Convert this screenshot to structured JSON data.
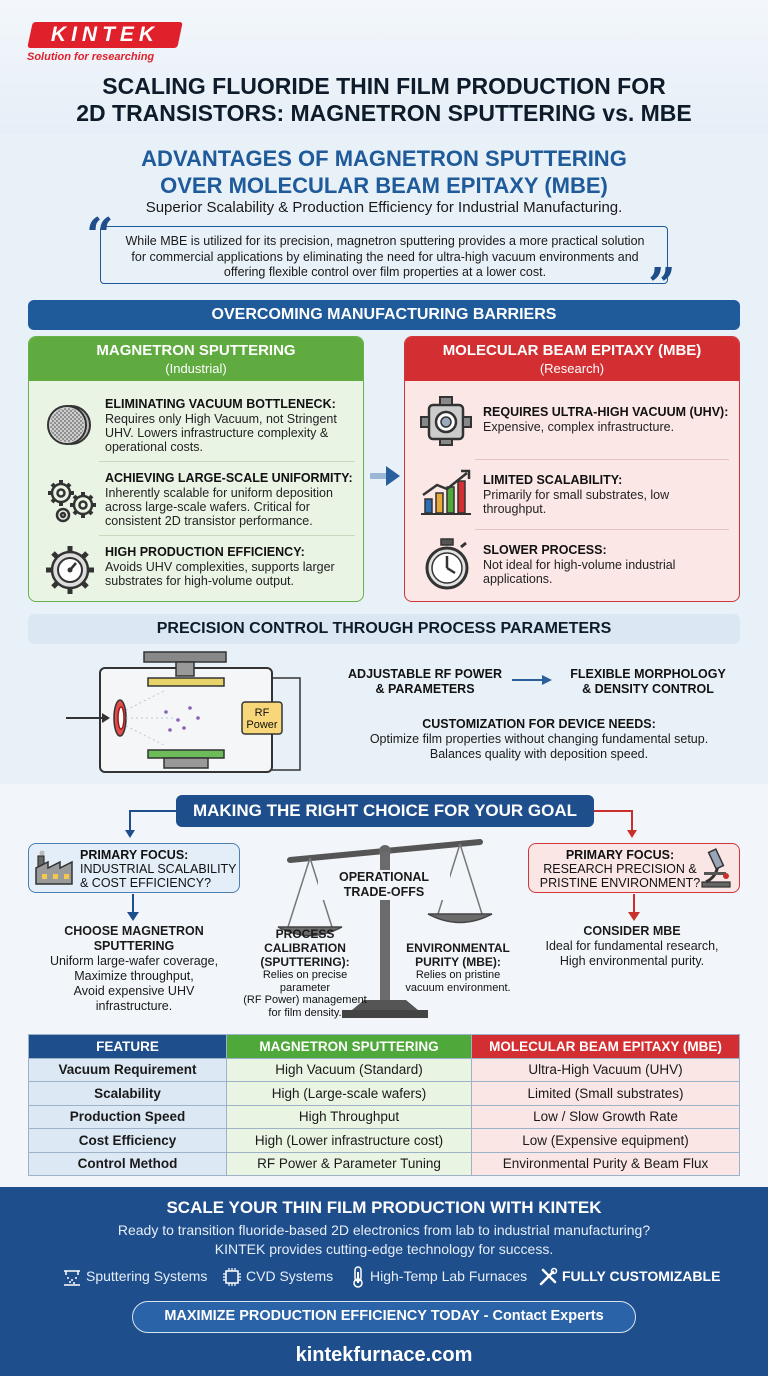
{
  "brand": {
    "logo": "KINTEK",
    "tagline": "Solution for researching",
    "brand_red": "#e0202a",
    "brand_blue": "#1f4e8c"
  },
  "header": {
    "title_line1": "SCALING FLUORIDE THIN FILM PRODUCTION FOR",
    "title_line2": "2D TRANSISTORS: MAGNETRON SPUTTERING vs. MBE"
  },
  "advantages": {
    "title_line1": "ADVANTAGES OF MAGNETRON SPUTTERING",
    "title_line2": "OVER MOLECULAR BEAM EPITAXY (MBE)",
    "subtitle": "Superior Scalability & Production Efficiency for Industrial Manufacturing.",
    "quote": "While MBE is utilized for its precision, magnetron sputtering provides a more practical solution for commercial applications by eliminating the need for ultra-high vacuum environments and offering flexible control over film properties at a lower cost."
  },
  "barriers": {
    "banner": "OVERCOMING MANUFACTURING BARRIERS",
    "sputtering": {
      "title": "MAGNETRON SPUTTERING",
      "subtitle": "(Industrial)",
      "items": [
        {
          "icon": "mesh-target-icon",
          "title": "ELIMINATING VACUUM BOTTLENECK:",
          "desc": "Requires only High Vacuum, not Stringent UHV. Lowers infrastructure complexity & operational costs."
        },
        {
          "icon": "gears-icon",
          "title": "ACHIEVING LARGE-SCALE UNIFORMITY:",
          "desc": "Inherently scalable for uniform deposition across large-scale wafers. Critical for consistent 2D transistor performance."
        },
        {
          "icon": "gear-gauge-icon",
          "title": "HIGH PRODUCTION EFFICIENCY:",
          "desc": "Avoids UHV complexities, supports larger substrates for high-volume output."
        }
      ]
    },
    "mbe": {
      "title": "MOLECULAR BEAM EPITAXY (MBE)",
      "subtitle": "(Research)",
      "items": [
        {
          "icon": "vacuum-chamber-icon",
          "title": "REQUIRES ULTRA-HIGH VACUUM (UHV):",
          "desc": "Expensive, complex infrastructure."
        },
        {
          "icon": "bar-chart-icon",
          "title": "LIMITED SCALABILITY:",
          "desc": "Primarily for small substrates, low throughput."
        },
        {
          "icon": "stopwatch-icon",
          "title": "SLOWER PROCESS:",
          "desc": "Not ideal for high-volume industrial applications."
        }
      ]
    }
  },
  "precision": {
    "banner": "PRECISION CONTROL THROUGH PROCESS PARAMETERS",
    "rf_label_1": "RF",
    "rf_label_2": "Power",
    "param_left_1": "ADJUSTABLE RF POWER",
    "param_left_2": "& PARAMETERS",
    "param_right_1": "FLEXIBLE MORPHOLOGY",
    "param_right_2": "& DENSITY CONTROL",
    "custom_title": "CUSTOMIZATION FOR DEVICE NEEDS:",
    "custom_desc_1": "Optimize film properties without changing fundamental setup.",
    "custom_desc_2": "Balances quality with deposition speed."
  },
  "choice": {
    "banner": "MAKING THE RIGHT CHOICE FOR YOUR GOAL",
    "left_focus_1": "PRIMARY FOCUS:",
    "left_focus_2": "INDUSTRIAL SCALABILITY",
    "left_focus_3": "& COST EFFICIENCY?",
    "right_focus_1": "PRIMARY FOCUS:",
    "right_focus_2": "RESEARCH PRECISION &",
    "right_focus_3": "PRISTINE ENVIRONMENT?",
    "left_result_1": "CHOOSE MAGNETRON",
    "left_result_2": "SPUTTERING",
    "left_result_desc_1": "Uniform large-wafer coverage,",
    "left_result_desc_2": "Maximize throughput,",
    "left_result_desc_3": "Avoid expensive UHV",
    "left_result_desc_4": "infrastructure.",
    "right_result_1": "CONSIDER MBE",
    "right_result_desc_1": "Ideal for fundamental research,",
    "right_result_desc_2": "High environmental purity.",
    "tradeoff_1": "OPERATIONAL",
    "tradeoff_2": "TRADE-OFFS",
    "calib_1": "PROCESS",
    "calib_2": "CALIBRATION",
    "calib_3": "(SPUTTERING):",
    "calib_desc_1": "Relies on precise parameter",
    "calib_desc_2": "(RF Power) management",
    "calib_desc_3": "for film density.",
    "env_1": "ENVIRONMENTAL",
    "env_2": "PURITY (MBE):",
    "env_desc_1": "Relies on pristine",
    "env_desc_2": "vacuum environment."
  },
  "table": {
    "headers": [
      "FEATURE",
      "MAGNETRON SPUTTERING",
      "MOLECULAR BEAM EPITAXY (MBE)"
    ],
    "rows": [
      [
        "Vacuum Requirement",
        "High Vacuum (Standard)",
        "Ultra-High Vacuum (UHV)"
      ],
      [
        "Scalability",
        "High (Large-scale wafers)",
        "Limited (Small substrates)"
      ],
      [
        "Production Speed",
        "High Throughput",
        "Low / Slow Growth Rate"
      ],
      [
        "Cost Efficiency",
        "High (Lower infrastructure cost)",
        "Low (Expensive equipment)"
      ],
      [
        "Control Method",
        "RF Power & Parameter Tuning",
        "Environmental Purity & Beam Flux"
      ]
    ]
  },
  "footer": {
    "title": "SCALE YOUR THIN FILM PRODUCTION WITH KINTEK",
    "line1": "Ready to transition fluoride-based 2D electronics from lab to industrial manufacturing?",
    "line2": "KINTEK provides cutting-edge technology for success.",
    "services": [
      {
        "icon": "sputtering-icon",
        "label": "Sputtering Systems"
      },
      {
        "icon": "cvd-icon",
        "label": "CVD Systems"
      },
      {
        "icon": "thermometer-icon",
        "label": "High-Temp Lab Furnaces"
      },
      {
        "icon": "tools-icon",
        "label": "FULLY CUSTOMIZABLE"
      }
    ],
    "cta": "MAXIMIZE PRODUCTION EFFICIENCY TODAY - Contact Experts",
    "website": "kintekfurnace.com"
  }
}
